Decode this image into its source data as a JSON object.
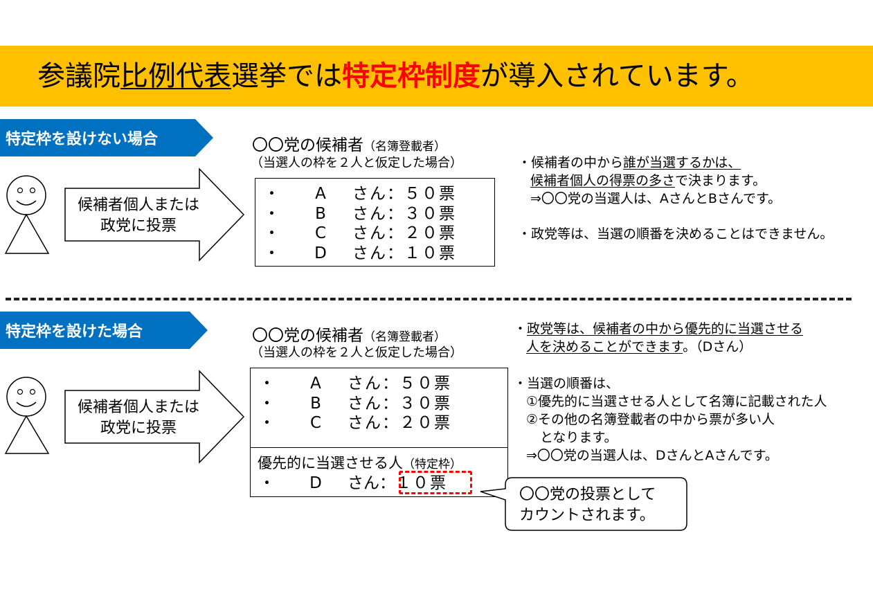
{
  "banner": {
    "title_part1": "参議院",
    "title_part2_underlined": "比例代表",
    "title_part3": "選挙では",
    "title_part4_red": "特定枠制度",
    "title_part5": "が導入されています。",
    "background_color": "#ffc000",
    "highlight_color": "#ff0000"
  },
  "section1": {
    "tag_label": "特定枠を設けない場合",
    "arrow_line1": "候補者個人または",
    "arrow_line2": "政党に投票",
    "heading": "〇〇党の候補者",
    "heading_note": "（名簿登載者）",
    "subheading": "（当選人の枠を２人と仮定した場合）",
    "candidates": [
      {
        "bullet": "・",
        "name": "A",
        "votes": "さん：５０票"
      },
      {
        "bullet": "・",
        "name": "B",
        "votes": "さん：３０票"
      },
      {
        "bullet": "・",
        "name": "C",
        "votes": "さん：２０票"
      },
      {
        "bullet": "・",
        "name": "D",
        "votes": "さん：１０票"
      }
    ],
    "note1_prefix": "・候補者の中から",
    "note1_underlined_a": "誰が当選するかは、",
    "note1_line2_underlined": "候補者個人の得票の多さ",
    "note1_line2_rest": "で決まります。",
    "note1_result": "⇒〇〇党の当選人は、AさんとBさんです。",
    "note2": "・政党等は、当選の順番を決めることはできません。"
  },
  "section2": {
    "tag_label": "特定枠を設けた場合",
    "arrow_line1": "候補者個人または",
    "arrow_line2": "政党に投票",
    "heading": "〇〇党の候補者",
    "heading_note": "（名簿登載者）",
    "subheading": "（当選人の枠を２人と仮定した場合）",
    "candidates": [
      {
        "bullet": "・",
        "name": "A",
        "votes": "さん：５０票"
      },
      {
        "bullet": "・",
        "name": "B",
        "votes": "さん：３０票"
      },
      {
        "bullet": "・",
        "name": "C",
        "votes": "さん：２０票"
      }
    ],
    "priority_label": "優先的に当選させる人",
    "priority_note": "（特定枠）",
    "priority_candidate": {
      "bullet": "・",
      "name": "D",
      "san": "さん：",
      "votes": "１０票"
    },
    "note1_prefix": "・",
    "note1_underlined_line1": "政党等は、候補者の中から優先的に当選させる",
    "note1_underlined_line2": "人を決めることができます",
    "note1_line2_rest": "。（Dさん）",
    "note2_title": "・当選の順番は、",
    "note2_item1": "①優先的に当選させる人として名簿に記載された人",
    "note2_item2": "②その他の名簿登載者の中から票が多い人",
    "note2_item2_cont": "となります。",
    "note2_result": "⇒〇〇党の当選人は、DさんとAさんです。",
    "callout_line1": "〇〇党の投票として",
    "callout_line2": "カウントされます。"
  },
  "colors": {
    "tag_blue": "#0070c0",
    "dash_red": "#ff0000"
  }
}
